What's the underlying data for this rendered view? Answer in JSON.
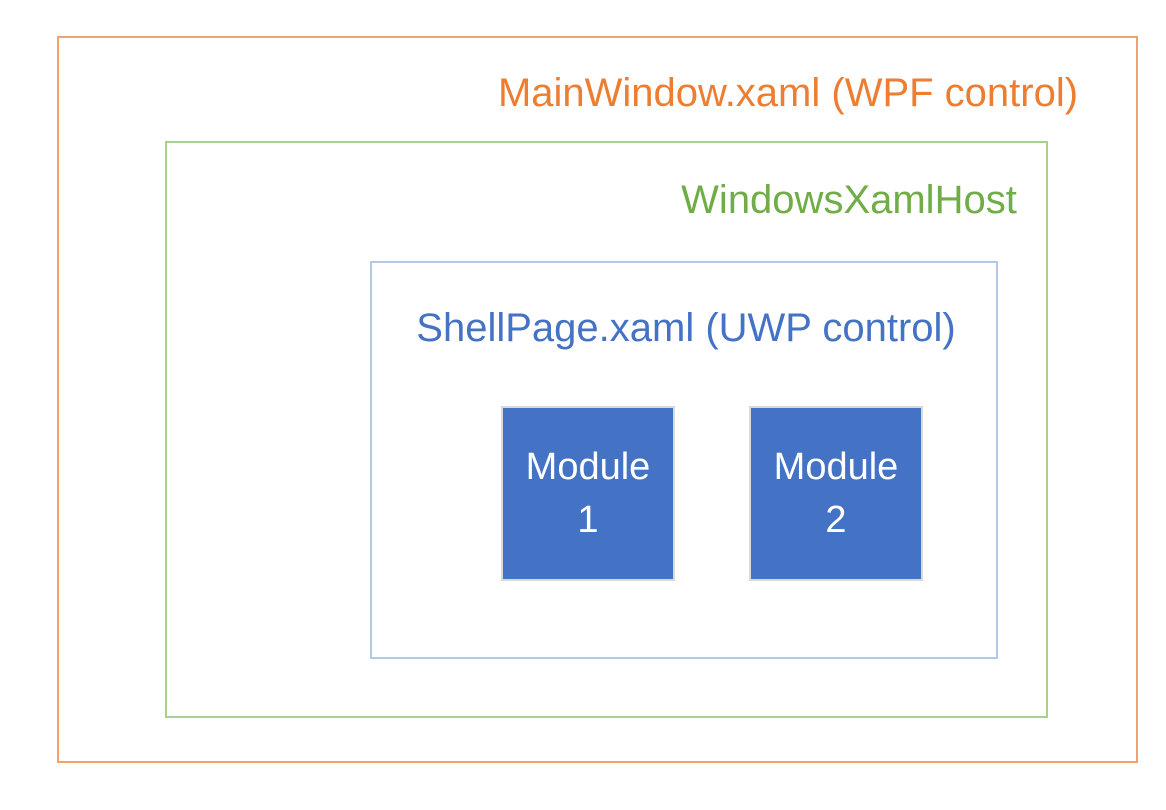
{
  "colors": {
    "background": "#FFFFFF",
    "outer_border": "#F0A36F",
    "outer_text": "#ED7D31",
    "host_border": "#A9D18E",
    "host_text": "#70AD47",
    "shell_border": "#B4C7E7",
    "shell_text": "#4472C4",
    "module_fill": "#4472C4",
    "module_border": "#D9D9D9",
    "module_text": "#FFFFFF"
  },
  "diagram": {
    "outer_box": {
      "label": "MainWindow.xaml (WPF control)"
    },
    "host_box": {
      "label": "WindowsXamlHost"
    },
    "shell_box": {
      "label": "ShellPage.xaml (UWP control)"
    },
    "modules": [
      {
        "lines": [
          "Module",
          "1"
        ]
      },
      {
        "lines": [
          "Module",
          "2"
        ]
      }
    ]
  }
}
